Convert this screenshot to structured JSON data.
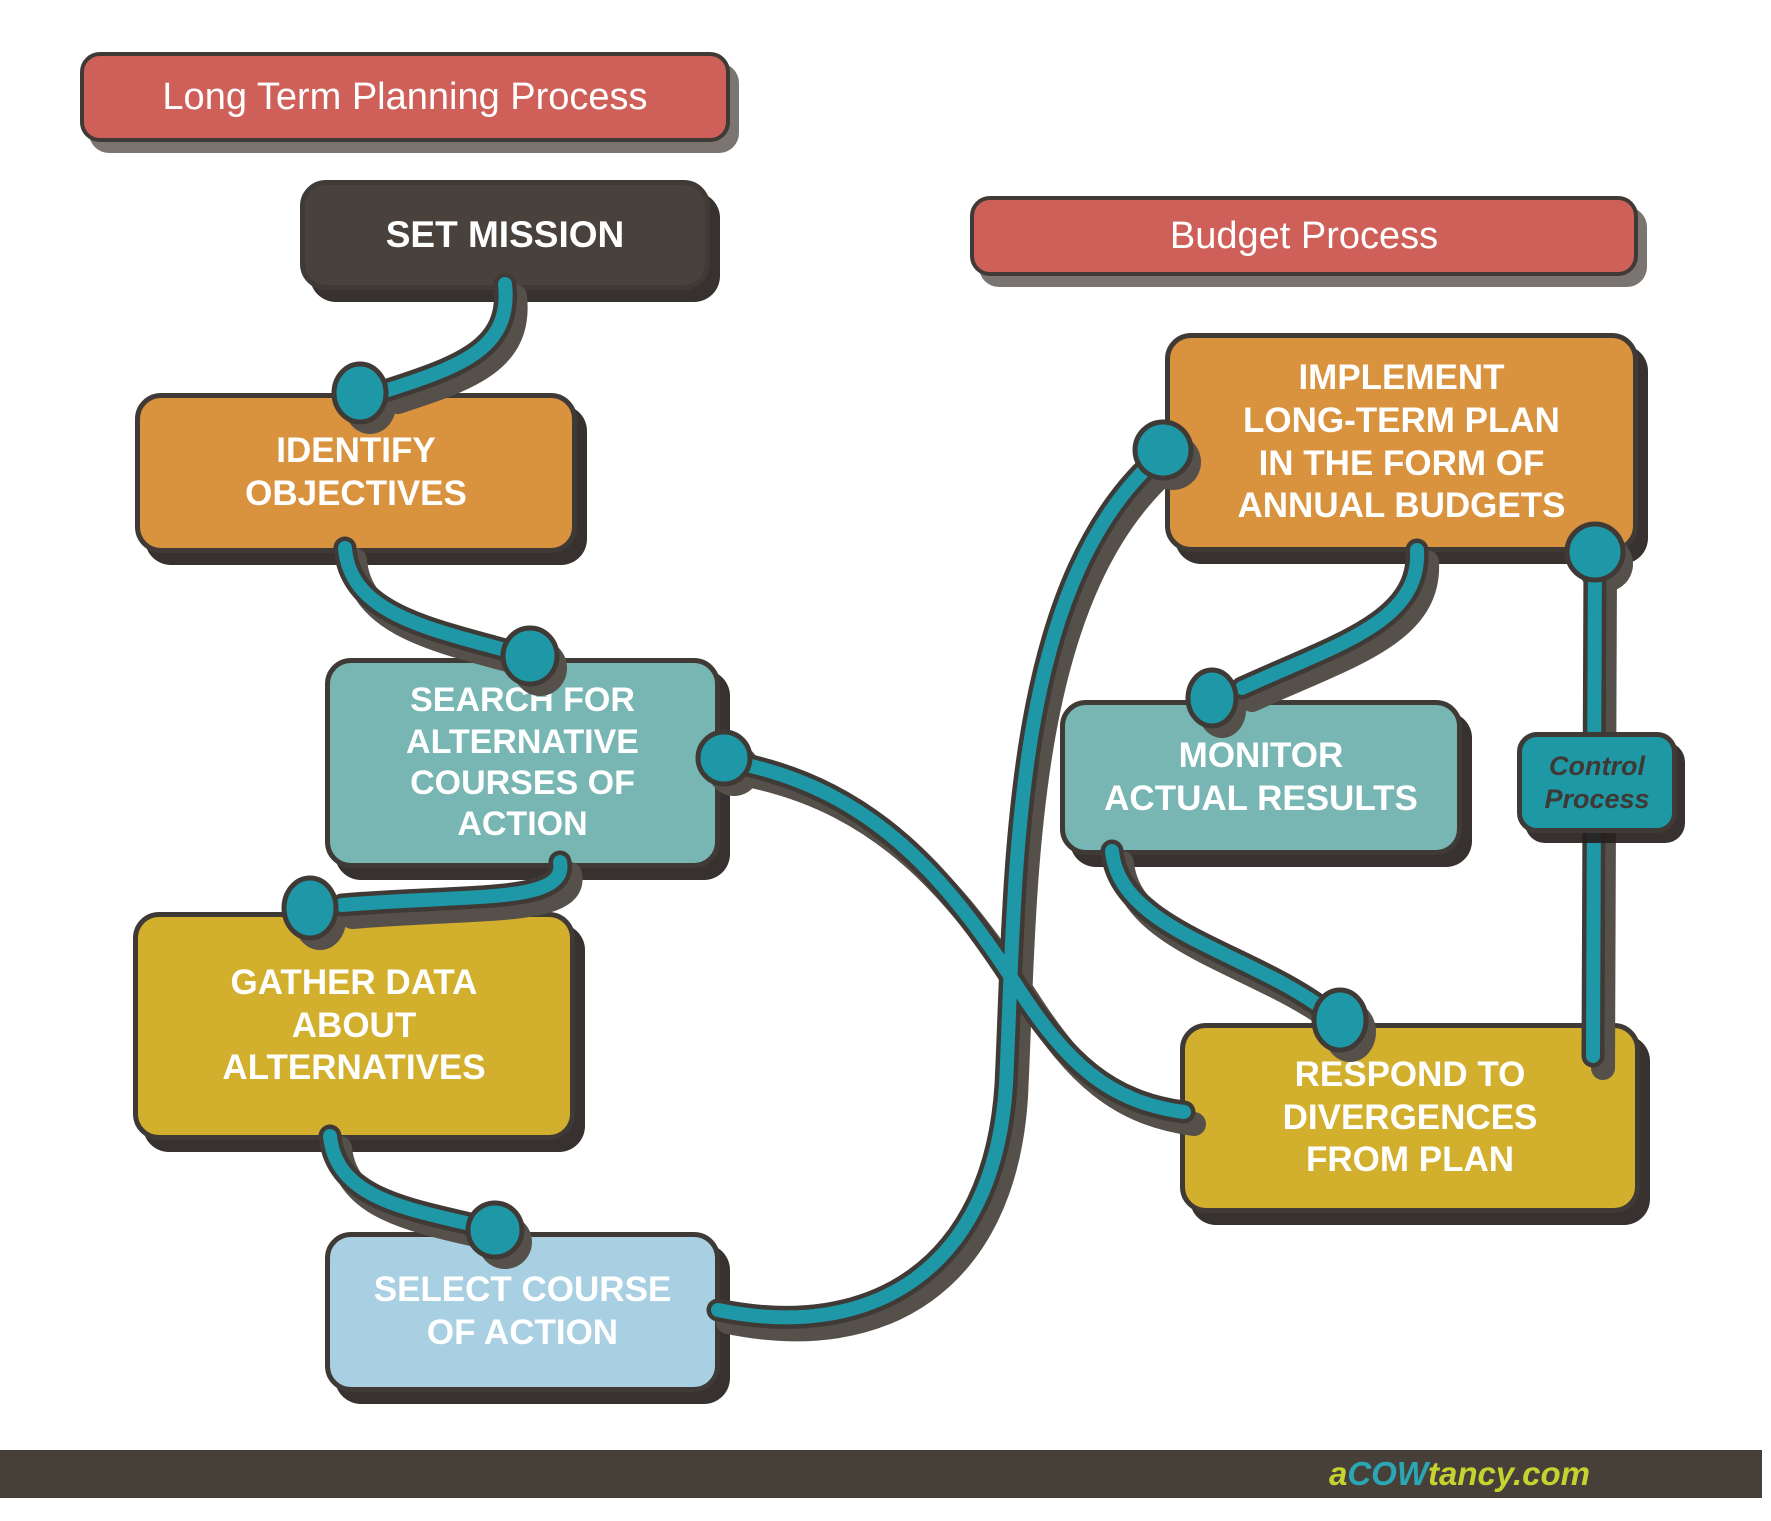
{
  "headers": {
    "planning": "Long Term Planning Process",
    "budget": "Budget Process"
  },
  "boxes": {
    "set_mission": {
      "label": "SET MISSION",
      "color": "#49423c"
    },
    "identify_objectives": {
      "label": "IDENTIFY\nOBJECTIVES",
      "color": "#d9933e"
    },
    "search_alternatives": {
      "label": "SEARCH FOR\nALTERNATIVE\nCOURSES OF\nACTION",
      "color": "#78b6b4"
    },
    "gather_data": {
      "label": "GATHER DATA\nABOUT\nALTERNATIVES",
      "color": "#d2af2d"
    },
    "select_course": {
      "label": "SELECT COURSE\nOF ACTION",
      "color": "#a8d0e2"
    },
    "implement_plan": {
      "label": "IMPLEMENT\nLONG-TERM PLAN\nIN THE FORM OF\nANNUAL BUDGETS",
      "color": "#d9933e"
    },
    "monitor_results": {
      "label": "MONITOR\nACTUAL RESULTS",
      "color": "#78b6b4"
    },
    "respond_divergences": {
      "label": "RESPOND TO\nDIVERGENCES\nFROM PLAN",
      "color": "#d2af2d"
    },
    "control_process": {
      "label": "Control\nProcess",
      "color": "#1f98a6"
    }
  },
  "footer": {
    "brand_a": "a",
    "brand_cow": "COW",
    "brand_rest": "tancy.com",
    "bar_color": "#474039",
    "green_color": "#c6d22f",
    "teal_color": "#2aa6b5"
  },
  "colors": {
    "header_salmon": "#cf6059",
    "connector_teal": "#1e98a6",
    "border_dark": "#3f3a36",
    "background": "#ffffff"
  }
}
